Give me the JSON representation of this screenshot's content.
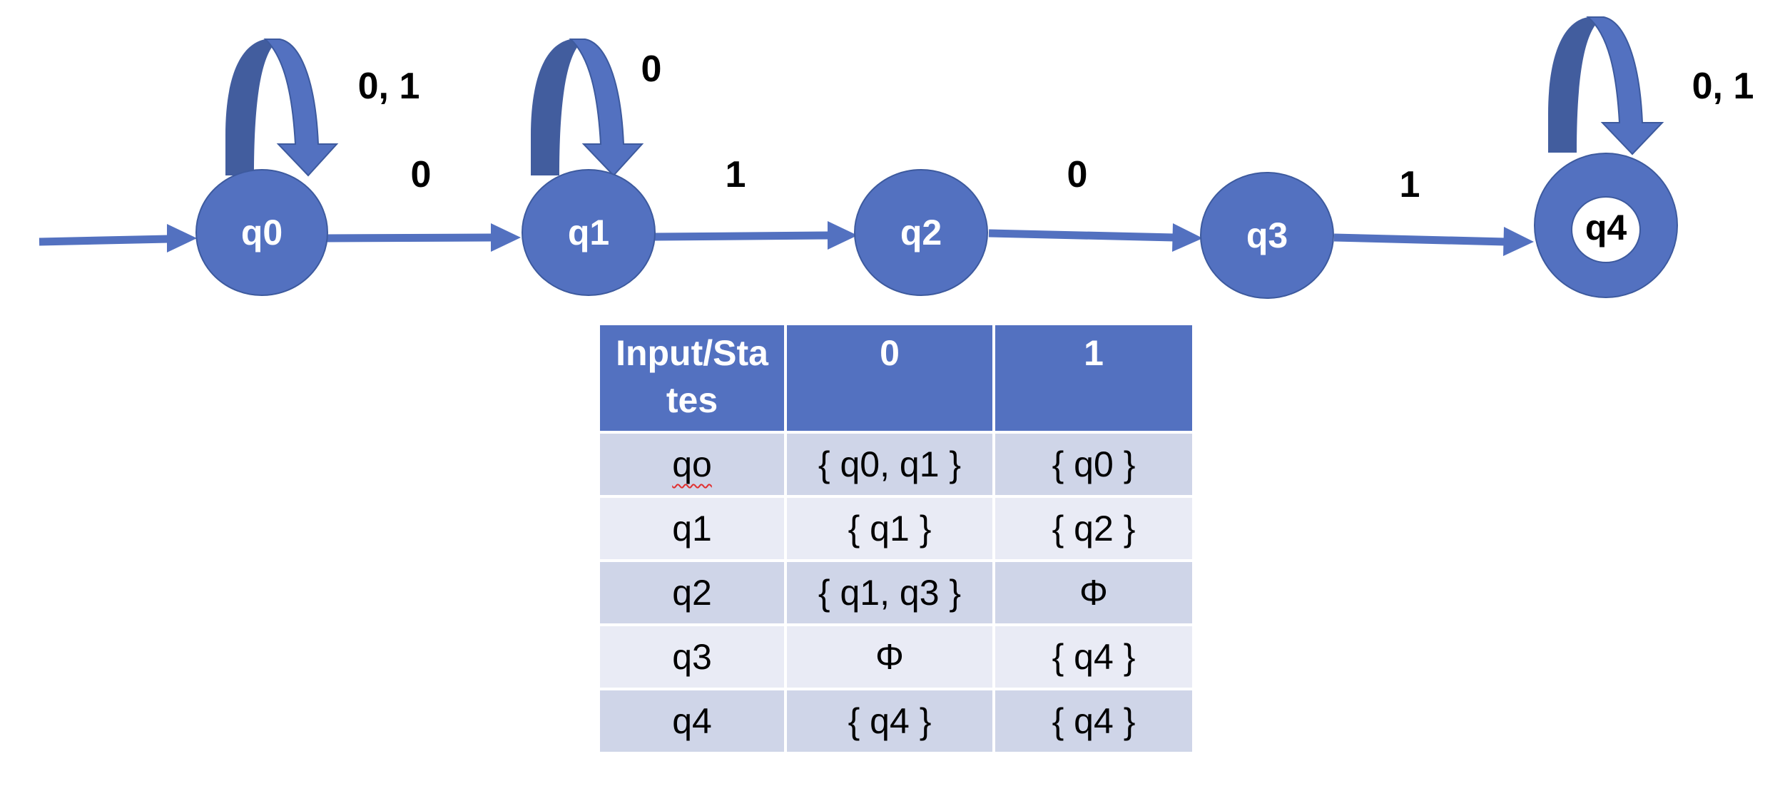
{
  "automaton": {
    "states": [
      {
        "id": "q0",
        "label": "q0",
        "accepting": false
      },
      {
        "id": "q1",
        "label": "q1",
        "accepting": false
      },
      {
        "id": "q2",
        "label": "q2",
        "accepting": false
      },
      {
        "id": "q3",
        "label": "q3",
        "accepting": false
      },
      {
        "id": "q4",
        "label": "q4",
        "accepting": true
      }
    ],
    "start_state": "q0",
    "transitions": [
      {
        "from": "q0",
        "to": "q1",
        "label": "0"
      },
      {
        "from": "q1",
        "to": "q2",
        "label": "1"
      },
      {
        "from": "q2",
        "to": "q3",
        "label": "0"
      },
      {
        "from": "q3",
        "to": "q4",
        "label": "1"
      }
    ],
    "self_loops": [
      {
        "state": "q0",
        "label": "0, 1"
      },
      {
        "state": "q1",
        "label": "0"
      },
      {
        "state": "q4",
        "label": "0, 1"
      }
    ]
  },
  "table": {
    "headers": [
      "Input/States",
      "0",
      "1"
    ],
    "rows": [
      {
        "state": "qo",
        "zero": "{ q0, q1 }",
        "one": "{ q0 }",
        "spellcheck_flag": true
      },
      {
        "state": "q1",
        "zero": "{ q1 }",
        "one": "{ q2 }"
      },
      {
        "state": "q2",
        "zero": "{ q1, q3 }",
        "one": "Φ"
      },
      {
        "state": "q3",
        "zero": "Φ",
        "one": "{ q4 }"
      },
      {
        "state": "q4",
        "zero": "{ q4 }",
        "one": "{ q4 }"
      }
    ]
  },
  "colors": {
    "node_fill": "#5371c0",
    "node_stroke": "#3d5a9e",
    "loop_shadow": "#425d9e",
    "table_header": "#5371c0",
    "table_row_a": "#cfd5e8",
    "table_row_b": "#e9ebf5",
    "spellcheck_underline": "#e03030"
  }
}
